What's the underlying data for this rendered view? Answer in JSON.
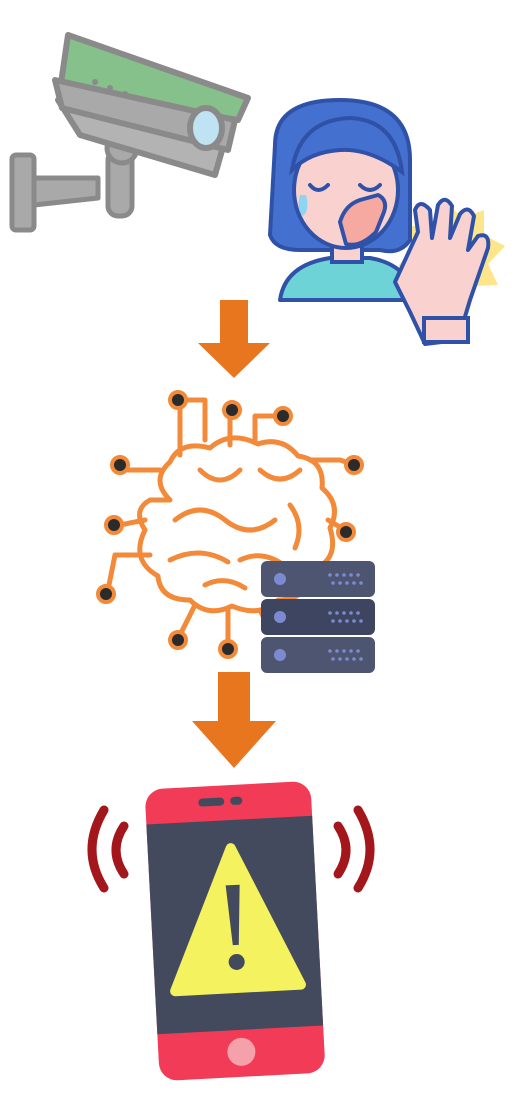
{
  "diagram": {
    "steps": [
      {
        "id": "capture",
        "icons": [
          "security-camera-icon",
          "distressed-person-icon"
        ]
      },
      {
        "id": "analyze",
        "icons": [
          "ai-brain-circuit-icon",
          "server-stack-icon"
        ]
      },
      {
        "id": "alert",
        "icons": [
          "smartphone-warning-icon"
        ]
      }
    ],
    "colors": {
      "arrow": "#E8761E",
      "brain": "#F28A3A",
      "camera_body": "#A9A9A9",
      "camera_panel": "#86C08A",
      "camera_lens": "#BFE3F2",
      "hair": "#4470CF",
      "skin": "#F9D2CF",
      "shirt": "#6ED3D6",
      "burst": "#FCE58A",
      "server": "#4D5570",
      "phone_body": "#F23B57",
      "phone_screen": "#434A5E",
      "warning": "#F4F25E",
      "signal_waves": "#A3171C"
    }
  }
}
